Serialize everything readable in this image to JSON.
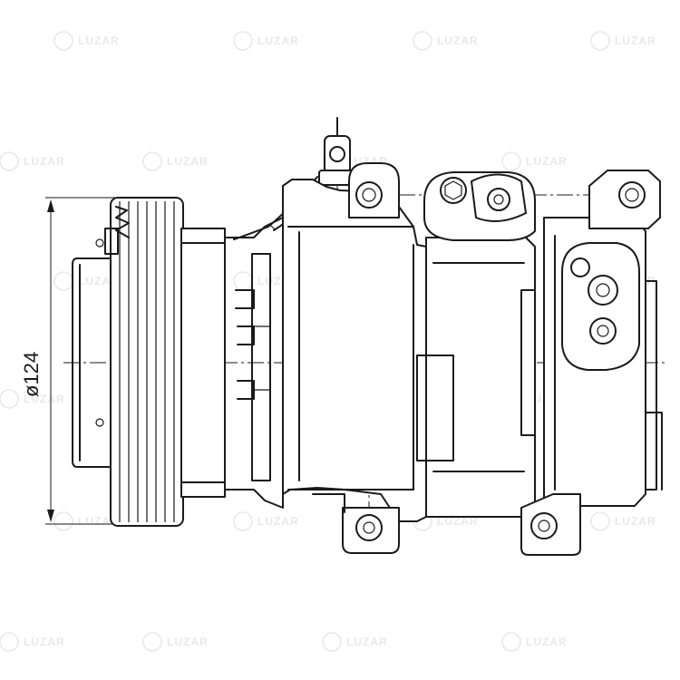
{
  "dimension": {
    "label": "ø124",
    "value_mm": 124
  },
  "watermark": {
    "text": "LUZAR"
  },
  "colors": {
    "line": "#1a1a1a",
    "background": "#ffffff",
    "watermark": "#555555"
  },
  "views": [
    "side-view-ac-compressor"
  ]
}
